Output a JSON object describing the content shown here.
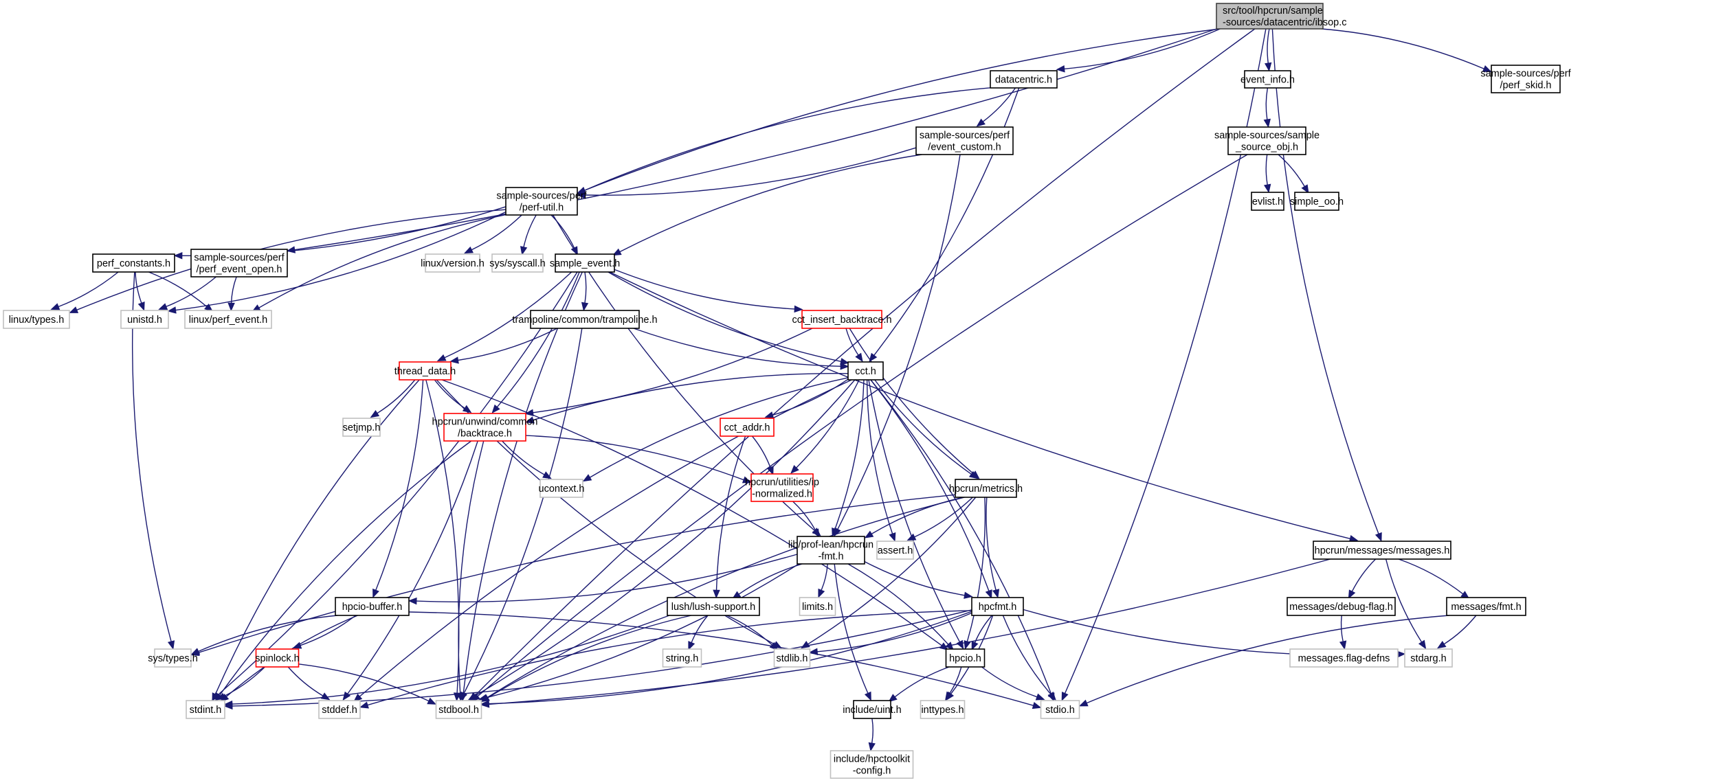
{
  "title": "Include dependency graph for src/tool/hpcrun/sample-sources/datacentric/ibsop.c",
  "colors": {
    "edge": "#191970",
    "root_fill": "#bfbfbf",
    "root_border": "#404040",
    "documented_border": "#000000",
    "undocumented_border": "#bfbfbf",
    "truncated_border": "#ff0000",
    "node_fill": "#ffffff"
  },
  "node_kinds": {
    "root": "root file (gray)",
    "doc": "documented header (black border)",
    "sys": "system / undocumented header (gray border)",
    "trunc": "truncated graph node (red border)"
  },
  "nodes": [
    {
      "id": "ibsop",
      "lines": [
        "src/tool/hpcrun/sample",
        "-sources/datacentric/ibsop.c"
      ],
      "kind": "root"
    },
    {
      "id": "datacentric",
      "lines": [
        "datacentric.h"
      ],
      "kind": "doc"
    },
    {
      "id": "event_info",
      "lines": [
        "event_info.h"
      ],
      "kind": "doc"
    },
    {
      "id": "perf_skid",
      "lines": [
        "sample-sources/perf",
        "/perf_skid.h"
      ],
      "kind": "doc"
    },
    {
      "id": "event_custom",
      "lines": [
        "sample-sources/perf",
        "/event_custom.h"
      ],
      "kind": "doc"
    },
    {
      "id": "sample_source_obj",
      "lines": [
        "sample-sources/sample",
        "_source_obj.h"
      ],
      "kind": "doc"
    },
    {
      "id": "perf_util",
      "lines": [
        "sample-sources/perf",
        "/perf-util.h"
      ],
      "kind": "doc"
    },
    {
      "id": "evlist",
      "lines": [
        "evlist.h"
      ],
      "kind": "doc"
    },
    {
      "id": "simple_oo",
      "lines": [
        "simple_oo.h"
      ],
      "kind": "doc"
    },
    {
      "id": "perf_constants",
      "lines": [
        "perf_constants.h"
      ],
      "kind": "doc"
    },
    {
      "id": "perf_event_open",
      "lines": [
        "sample-sources/perf",
        "/perf_event_open.h"
      ],
      "kind": "doc"
    },
    {
      "id": "linux_version",
      "lines": [
        "linux/version.h"
      ],
      "kind": "sys"
    },
    {
      "id": "sys_syscall",
      "lines": [
        "sys/syscall.h"
      ],
      "kind": "sys"
    },
    {
      "id": "sample_event",
      "lines": [
        "sample_event.h"
      ],
      "kind": "doc"
    },
    {
      "id": "linux_types",
      "lines": [
        "linux/types.h"
      ],
      "kind": "sys"
    },
    {
      "id": "unistd",
      "lines": [
        "unistd.h"
      ],
      "kind": "sys"
    },
    {
      "id": "linux_perf_event",
      "lines": [
        "linux/perf_event.h"
      ],
      "kind": "sys"
    },
    {
      "id": "trampoline",
      "lines": [
        "trampoline/common/trampoline.h"
      ],
      "kind": "doc"
    },
    {
      "id": "cct_insert_backtrace",
      "lines": [
        "cct_insert_backtrace.h"
      ],
      "kind": "trunc"
    },
    {
      "id": "thread_data",
      "lines": [
        "thread_data.h"
      ],
      "kind": "trunc"
    },
    {
      "id": "cct",
      "lines": [
        "cct.h"
      ],
      "kind": "doc"
    },
    {
      "id": "setjmp",
      "lines": [
        "setjmp.h"
      ],
      "kind": "sys"
    },
    {
      "id": "backtrace",
      "lines": [
        "hpcrun/unwind/common",
        "/backtrace.h"
      ],
      "kind": "trunc"
    },
    {
      "id": "cct_addr",
      "lines": [
        "cct_addr.h"
      ],
      "kind": "trunc"
    },
    {
      "id": "ucontext",
      "lines": [
        "ucontext.h"
      ],
      "kind": "sys"
    },
    {
      "id": "ip_normalized",
      "lines": [
        "hpcrun/utilities/ip",
        "-normalized.h"
      ],
      "kind": "trunc"
    },
    {
      "id": "metrics",
      "lines": [
        "hpcrun/metrics.h"
      ],
      "kind": "doc"
    },
    {
      "id": "hpcrun_fmt",
      "lines": [
        "lib/prof-lean/hpcrun",
        "-fmt.h"
      ],
      "kind": "doc"
    },
    {
      "id": "assert",
      "lines": [
        "assert.h"
      ],
      "kind": "sys"
    },
    {
      "id": "messages",
      "lines": [
        "hpcrun/messages/messages.h"
      ],
      "kind": "doc"
    },
    {
      "id": "hpcio_buffer",
      "lines": [
        "hpcio-buffer.h"
      ],
      "kind": "doc"
    },
    {
      "id": "lush_support",
      "lines": [
        "lush/lush-support.h"
      ],
      "kind": "doc"
    },
    {
      "id": "limits",
      "lines": [
        "limits.h"
      ],
      "kind": "sys"
    },
    {
      "id": "hpcfmt",
      "lines": [
        "hpcfmt.h"
      ],
      "kind": "doc"
    },
    {
      "id": "debug_flag",
      "lines": [
        "messages/debug-flag.h"
      ],
      "kind": "doc"
    },
    {
      "id": "messages_fmt",
      "lines": [
        "messages/fmt.h"
      ],
      "kind": "doc"
    },
    {
      "id": "sys_types",
      "lines": [
        "sys/types.h"
      ],
      "kind": "sys"
    },
    {
      "id": "spinlock",
      "lines": [
        "spinlock.h"
      ],
      "kind": "trunc"
    },
    {
      "id": "string",
      "lines": [
        "string.h"
      ],
      "kind": "sys"
    },
    {
      "id": "stdlib",
      "lines": [
        "stdlib.h"
      ],
      "kind": "sys"
    },
    {
      "id": "hpcio",
      "lines": [
        "hpcio.h"
      ],
      "kind": "doc"
    },
    {
      "id": "flag_defns",
      "lines": [
        "messages.flag-defns"
      ],
      "kind": "sys"
    },
    {
      "id": "stdarg",
      "lines": [
        "stdarg.h"
      ],
      "kind": "sys"
    },
    {
      "id": "stdint",
      "lines": [
        "stdint.h"
      ],
      "kind": "sys"
    },
    {
      "id": "stddef",
      "lines": [
        "stddef.h"
      ],
      "kind": "sys"
    },
    {
      "id": "stdbool",
      "lines": [
        "stdbool.h"
      ],
      "kind": "sys"
    },
    {
      "id": "uint",
      "lines": [
        "include/uint.h"
      ],
      "kind": "doc"
    },
    {
      "id": "inttypes",
      "lines": [
        "inttypes.h"
      ],
      "kind": "sys"
    },
    {
      "id": "stdio",
      "lines": [
        "stdio.h"
      ],
      "kind": "sys"
    },
    {
      "id": "hpctoolkit_config",
      "lines": [
        "include/hpctoolkit",
        "-config.h"
      ],
      "kind": "sys"
    }
  ],
  "edges": [
    [
      "ibsop",
      "datacentric"
    ],
    [
      "ibsop",
      "event_info"
    ],
    [
      "ibsop",
      "perf_skid"
    ],
    [
      "ibsop",
      "perf_util"
    ],
    [
      "ibsop",
      "perf_event_open"
    ],
    [
      "ibsop",
      "messages"
    ],
    [
      "ibsop",
      "stdio"
    ],
    [
      "ibsop",
      "stdbool"
    ],
    [
      "datacentric",
      "event_custom"
    ],
    [
      "datacentric",
      "perf_util"
    ],
    [
      "datacentric",
      "cct"
    ],
    [
      "event_info",
      "sample_source_obj"
    ],
    [
      "event_custom",
      "perf_util"
    ],
    [
      "event_custom",
      "sample_event"
    ],
    [
      "event_custom",
      "hpcrun_fmt"
    ],
    [
      "sample_source_obj",
      "evlist"
    ],
    [
      "sample_source_obj",
      "simple_oo"
    ],
    [
      "sample_source_obj",
      "stdbool"
    ],
    [
      "perf_util",
      "perf_constants"
    ],
    [
      "perf_util",
      "linux_types"
    ],
    [
      "perf_util",
      "unistd"
    ],
    [
      "perf_util",
      "linux_perf_event"
    ],
    [
      "perf_util",
      "linux_version"
    ],
    [
      "perf_util",
      "sys_syscall"
    ],
    [
      "perf_util",
      "sample_event"
    ],
    [
      "perf_util",
      "hpcrun_fmt"
    ],
    [
      "perf_constants",
      "linux_types"
    ],
    [
      "perf_constants",
      "unistd"
    ],
    [
      "perf_constants",
      "linux_perf_event"
    ],
    [
      "perf_constants",
      "sys_types"
    ],
    [
      "perf_event_open",
      "unistd"
    ],
    [
      "perf_event_open",
      "linux_perf_event"
    ],
    [
      "sample_event",
      "trampoline"
    ],
    [
      "sample_event",
      "cct_insert_backtrace"
    ],
    [
      "sample_event",
      "thread_data"
    ],
    [
      "sample_event",
      "cct"
    ],
    [
      "sample_event",
      "backtrace"
    ],
    [
      "sample_event",
      "messages"
    ],
    [
      "sample_event",
      "stdint"
    ],
    [
      "sample_event",
      "stdbool"
    ],
    [
      "trampoline",
      "thread_data"
    ],
    [
      "trampoline",
      "cct"
    ],
    [
      "trampoline",
      "stdbool"
    ],
    [
      "cct_insert_backtrace",
      "cct"
    ],
    [
      "cct_insert_backtrace",
      "backtrace"
    ],
    [
      "cct_insert_backtrace",
      "metrics"
    ],
    [
      "thread_data",
      "setjmp"
    ],
    [
      "thread_data",
      "backtrace"
    ],
    [
      "thread_data",
      "hpcio_buffer"
    ],
    [
      "thread_data",
      "stdint"
    ],
    [
      "thread_data",
      "stdbool"
    ],
    [
      "thread_data",
      "stdlib"
    ],
    [
      "thread_data",
      "hpcio"
    ],
    [
      "cct",
      "backtrace"
    ],
    [
      "cct",
      "cct_addr"
    ],
    [
      "cct",
      "ucontext"
    ],
    [
      "cct",
      "ip_normalized"
    ],
    [
      "cct",
      "metrics"
    ],
    [
      "cct",
      "hpcrun_fmt"
    ],
    [
      "cct",
      "assert"
    ],
    [
      "cct",
      "hpcfmt"
    ],
    [
      "cct",
      "hpcio"
    ],
    [
      "cct",
      "stdio"
    ],
    [
      "cct",
      "stddef"
    ],
    [
      "cct",
      "stdbool"
    ],
    [
      "backtrace",
      "ucontext"
    ],
    [
      "backtrace",
      "ip_normalized"
    ],
    [
      "backtrace",
      "stdint"
    ],
    [
      "backtrace",
      "stddef"
    ],
    [
      "backtrace",
      "stdbool"
    ],
    [
      "cct_addr",
      "ip_normalized"
    ],
    [
      "cct_addr",
      "lush_support"
    ],
    [
      "ip_normalized",
      "hpcrun_fmt"
    ],
    [
      "metrics",
      "hpcrun_fmt"
    ],
    [
      "metrics",
      "assert"
    ],
    [
      "metrics",
      "hpcfmt"
    ],
    [
      "metrics",
      "hpcio"
    ],
    [
      "metrics",
      "sys_types"
    ],
    [
      "metrics",
      "stdlib"
    ],
    [
      "metrics",
      "stdbool"
    ],
    [
      "hpcrun_fmt",
      "hpcio_buffer"
    ],
    [
      "hpcrun_fmt",
      "lush_support"
    ],
    [
      "hpcrun_fmt",
      "limits"
    ],
    [
      "hpcrun_fmt",
      "hpcfmt"
    ],
    [
      "hpcrun_fmt",
      "hpcio"
    ],
    [
      "hpcrun_fmt",
      "uint"
    ],
    [
      "hpcrun_fmt",
      "stdbool"
    ],
    [
      "messages",
      "debug_flag"
    ],
    [
      "messages",
      "messages_fmt"
    ],
    [
      "messages",
      "stdarg"
    ],
    [
      "messages",
      "stdbool"
    ],
    [
      "hpcio_buffer",
      "sys_types"
    ],
    [
      "hpcio_buffer",
      "spinlock"
    ],
    [
      "hpcio_buffer",
      "stdint"
    ],
    [
      "hpcio_buffer",
      "stdio"
    ],
    [
      "lush_support",
      "string"
    ],
    [
      "lush_support",
      "stdlib"
    ],
    [
      "lush_support",
      "stdbool"
    ],
    [
      "lush_support",
      "stdint"
    ],
    [
      "hpcfmt",
      "hpcio"
    ],
    [
      "hpcfmt",
      "stdlib"
    ],
    [
      "hpcfmt",
      "stdarg"
    ],
    [
      "hpcfmt",
      "inttypes"
    ],
    [
      "hpcfmt",
      "stdio"
    ],
    [
      "hpcfmt",
      "stdint"
    ],
    [
      "hpcfmt",
      "stddef"
    ],
    [
      "hpcfmt",
      "stdbool"
    ],
    [
      "debug_flag",
      "flag_defns"
    ],
    [
      "messages_fmt",
      "stdarg"
    ],
    [
      "messages_fmt",
      "stdio"
    ],
    [
      "spinlock",
      "stdint"
    ],
    [
      "spinlock",
      "stddef"
    ],
    [
      "spinlock",
      "stdbool"
    ],
    [
      "hpcio",
      "uint"
    ],
    [
      "hpcio",
      "inttypes"
    ],
    [
      "hpcio",
      "stdio"
    ],
    [
      "uint",
      "hpctoolkit_config"
    ]
  ]
}
